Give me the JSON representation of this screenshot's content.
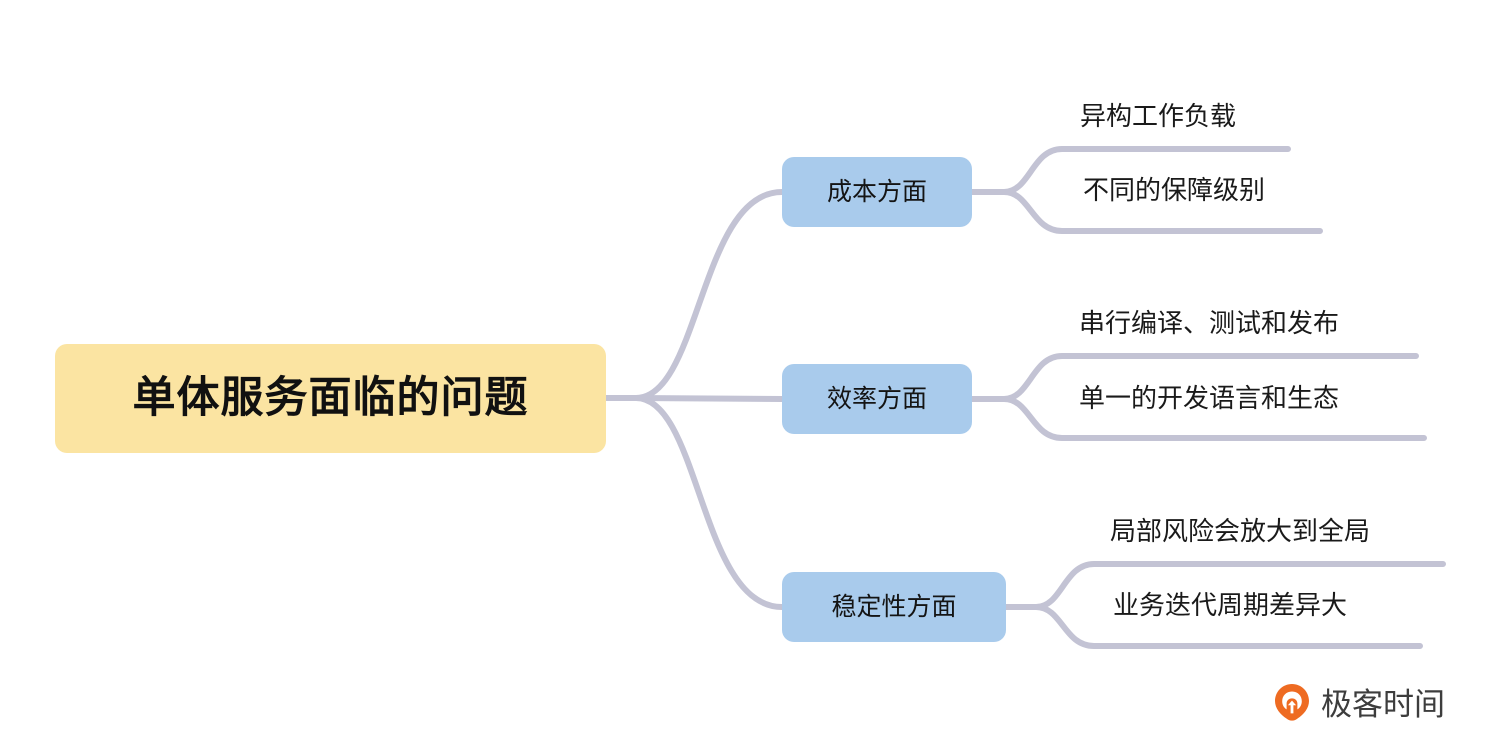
{
  "diagram": {
    "type": "mindmap",
    "orientation": "left-to-right",
    "colors": {
      "root_fill": "#fbe4a2",
      "branch_fill": "#a9cbec",
      "connector": "#c3c3d4",
      "text": "#1a1a1a",
      "brand_orange": "#ee6b22",
      "background": "#ffffff"
    },
    "root": {
      "label": "单体服务面临的问题"
    },
    "branches": [
      {
        "label": "成本方面",
        "leaves": [
          {
            "label": "异构工作负载"
          },
          {
            "label": "不同的保障级别"
          }
        ]
      },
      {
        "label": "效率方面",
        "leaves": [
          {
            "label": "串行编译、测试和发布"
          },
          {
            "label": "单一的开发语言和生态"
          }
        ]
      },
      {
        "label": "稳定性方面",
        "leaves": [
          {
            "label": "局部风险会放大到全局"
          },
          {
            "label": "业务迭代周期差异大"
          }
        ]
      }
    ]
  },
  "watermark": {
    "brand": "极客时间",
    "icon": "geektime-pin-icon"
  }
}
